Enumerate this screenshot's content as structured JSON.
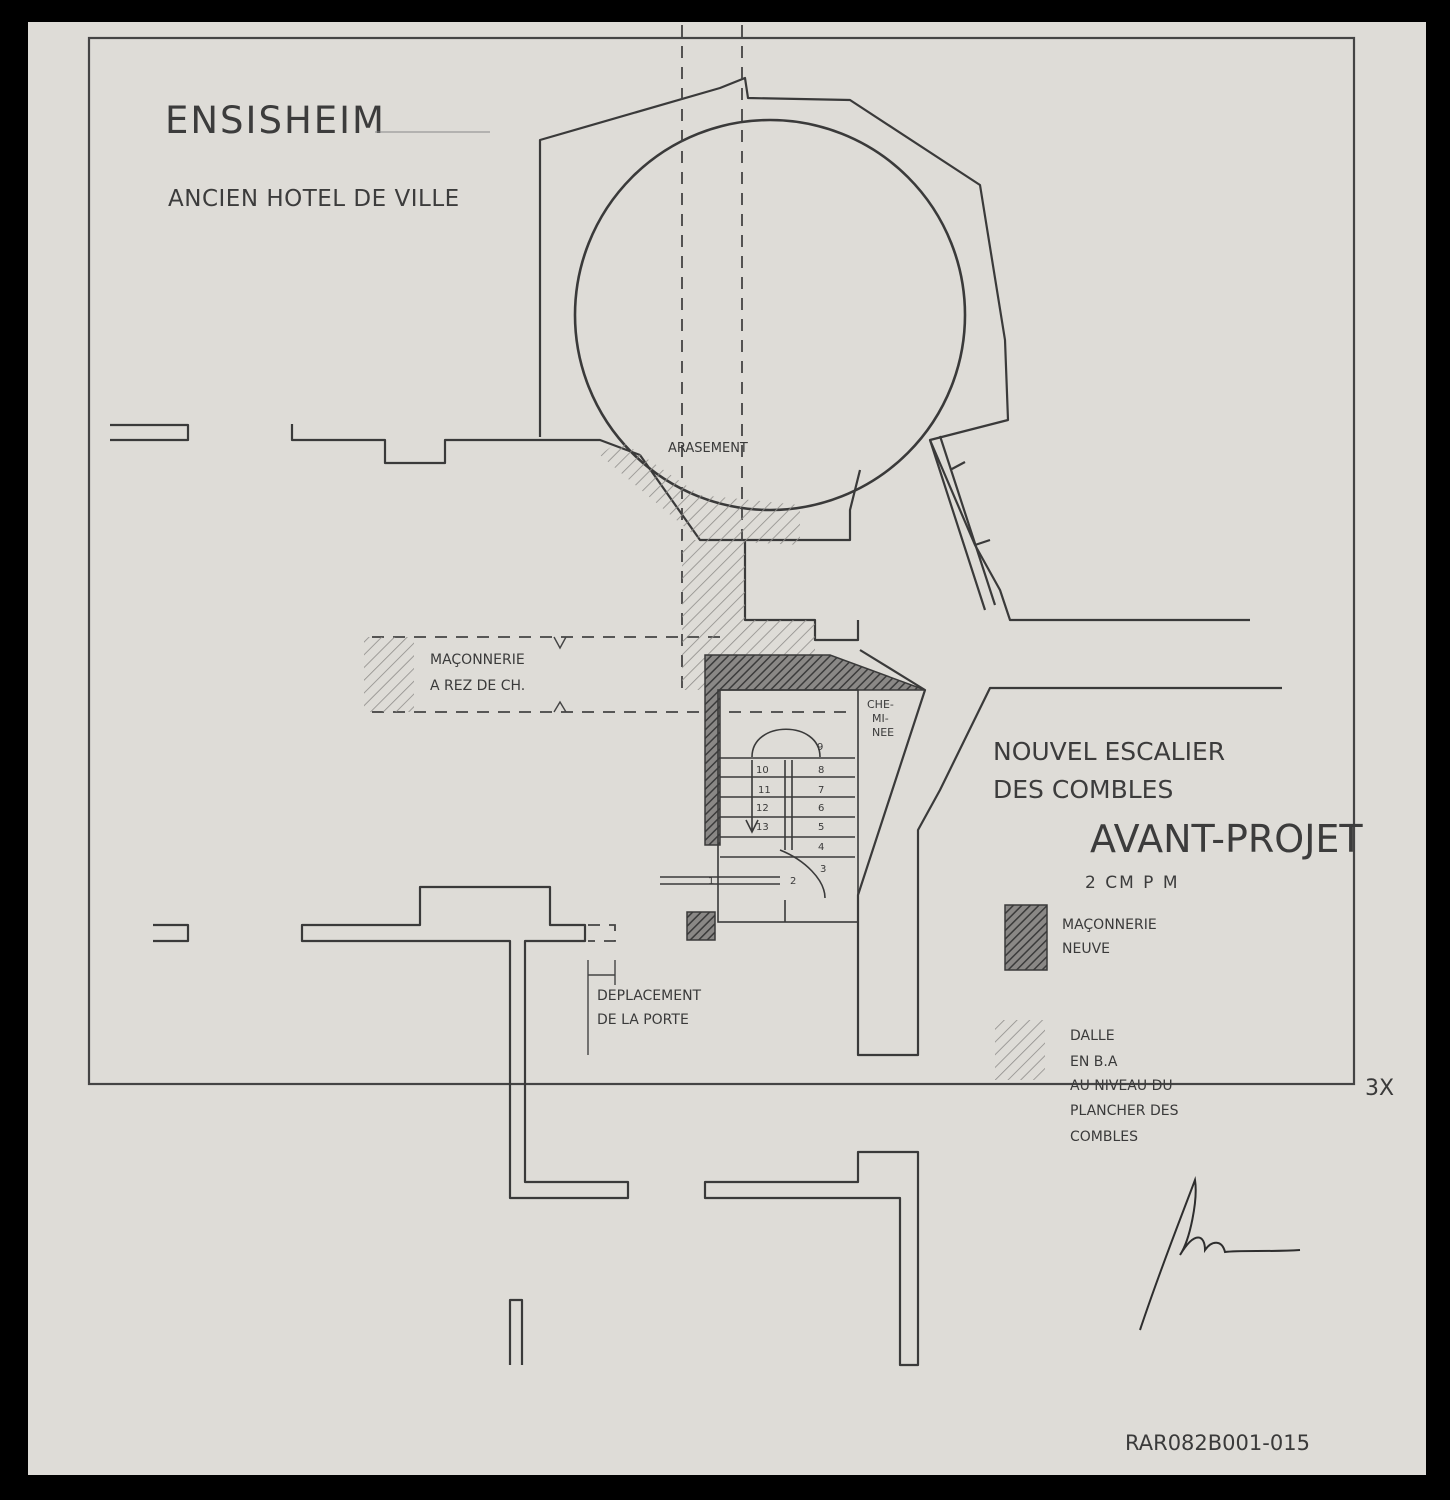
{
  "title": {
    "town": "ENSISHEIM",
    "building": "ANCIEN HOTEL DE VILLE"
  },
  "project": {
    "line1": "NOUVEL ESCALIER",
    "line2": "DES COMBLES",
    "phase": "AVANT-PROJET",
    "scale": "2 CM P M"
  },
  "annotations": {
    "arasement": "ARASEMENT",
    "maconnerie_rdc_1": "MAÇONNERIE",
    "maconnerie_rdc_2": "A REZ DE CH.",
    "cheminee_1": "CHE-",
    "cheminee_2": "MI-",
    "cheminee_3": "NEE",
    "deplacement_1": "DEPLACEMENT",
    "deplacement_2": "DE LA PORTE"
  },
  "legend": {
    "new_masonry_1": "MAÇONNERIE",
    "new_masonry_2": "NEUVE",
    "slab_1": "DALLE",
    "slab_2": "EN B.A",
    "slab_3": "AU NIVEAU DU",
    "slab_4": "PLANCHER DES",
    "slab_5": "COMBLES"
  },
  "stairs": {
    "steps_left": [
      "10",
      "11",
      "12",
      "13"
    ],
    "steps_right": [
      "9",
      "8",
      "7",
      "6",
      "5",
      "4",
      "3",
      "2",
      "1"
    ]
  },
  "archive_ref": "RAR082B001-015",
  "corner_mark": "3X",
  "colors": {
    "paper": "#dedcd7",
    "pencil": "#3a3a3a",
    "frame": "#000000"
  }
}
